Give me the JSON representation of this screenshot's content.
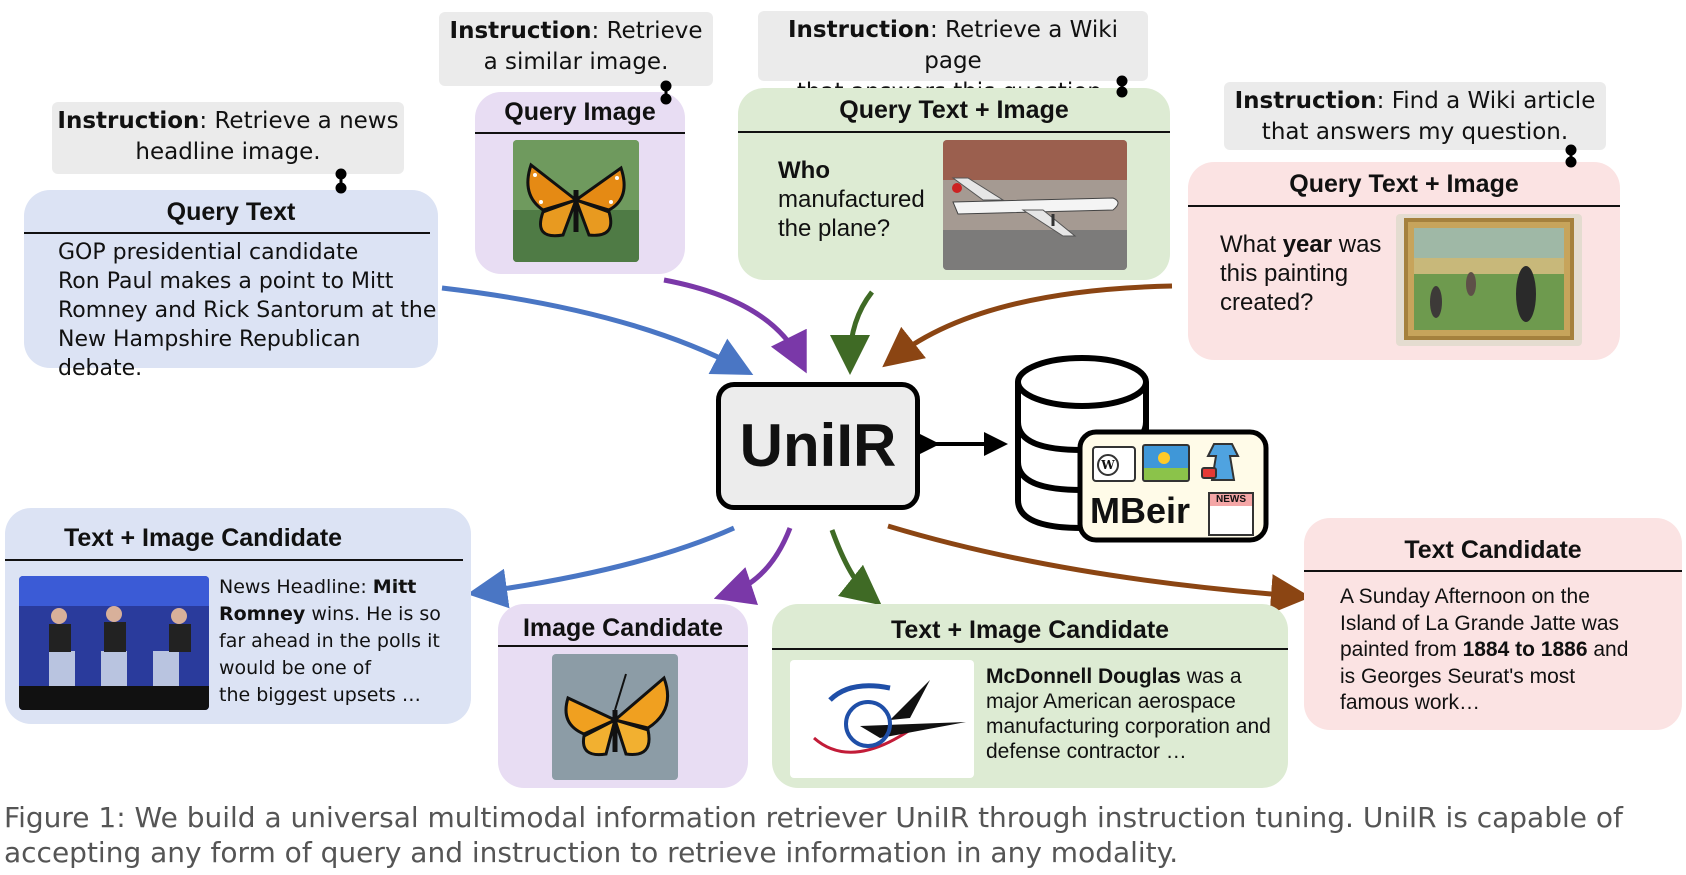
{
  "instructions": {
    "news": {
      "label": "Instruction",
      "lines": [
        "Retrieve a news",
        "headline image."
      ]
    },
    "similar": {
      "label": "Instruction",
      "lines": [
        "Retrieve",
        "a similar image."
      ]
    },
    "wiki_page": {
      "label": "Instruction",
      "lines": [
        "Retrieve a Wiki page",
        "that answers this question."
      ]
    },
    "wiki_article": {
      "label": "Instruction",
      "lines": [
        "Find a Wiki article",
        "that answers my question."
      ]
    }
  },
  "queries": {
    "text": {
      "title": "Query Text",
      "lines": [
        "GOP presidential candidate",
        "Ron Paul makes a point to Mitt",
        "Romney and Rick Santorum at the",
        "New Hampshire Republican debate."
      ]
    },
    "image": {
      "title": "Query Image"
    },
    "text_image_plane": {
      "title": "Query Text + Image",
      "lines": [
        "Who",
        "manufactured",
        "the plane?"
      ]
    },
    "text_image_painting": {
      "title": "Query Text + Image",
      "line1_pre": "What ",
      "line1_bold": "year",
      "line1_post": " was",
      "line2": "this painting",
      "line3": "created?"
    }
  },
  "center": {
    "model": "UniIR",
    "database": "MBeir",
    "db_icons": [
      "wiki-icon",
      "image-gallery-icon",
      "fashion-icon",
      "news-icon"
    ],
    "news_label": "NEWS",
    "wiki_label": "W"
  },
  "candidates": {
    "text_image_news": {
      "title": "Text + Image Candidate",
      "l1_pre": "News Headline: ",
      "l1_bold": "Mitt",
      "l2_bold": "Romney",
      "l2_post": " wins. He is so",
      "l3": "far ahead in the polls it",
      "l4": "would be one of",
      "l5": "the biggest upsets …"
    },
    "image": {
      "title": "Image Candidate"
    },
    "text_image_mcd": {
      "title": "Text + Image Candidate",
      "l1_bold": "McDonnell Douglas",
      "l1_post": " was a",
      "l2": "major American aerospace",
      "l3": "manufacturing corporation and",
      "l4": "defense contractor …"
    },
    "text": {
      "title": "Text Candidate",
      "l1": "A Sunday Afternoon on the",
      "l2": "Island of La Grande Jatte was",
      "l3_pre": "painted from ",
      "l3_bold": "1884 to 1886",
      "l3_post": " and",
      "l4": "is Georges Seurat's most",
      "l5": "famous work…"
    }
  },
  "colors": {
    "blue": "#4a76c4",
    "purple": "#7a38a8",
    "green": "#3f6a25",
    "brown": "#8b4513"
  },
  "caption": "Figure 1: We build a universal multimodal information retriever UniIR through instruction tuning. UniIR is capable of accepting any form of query and instruction to retrieve information in any modality."
}
